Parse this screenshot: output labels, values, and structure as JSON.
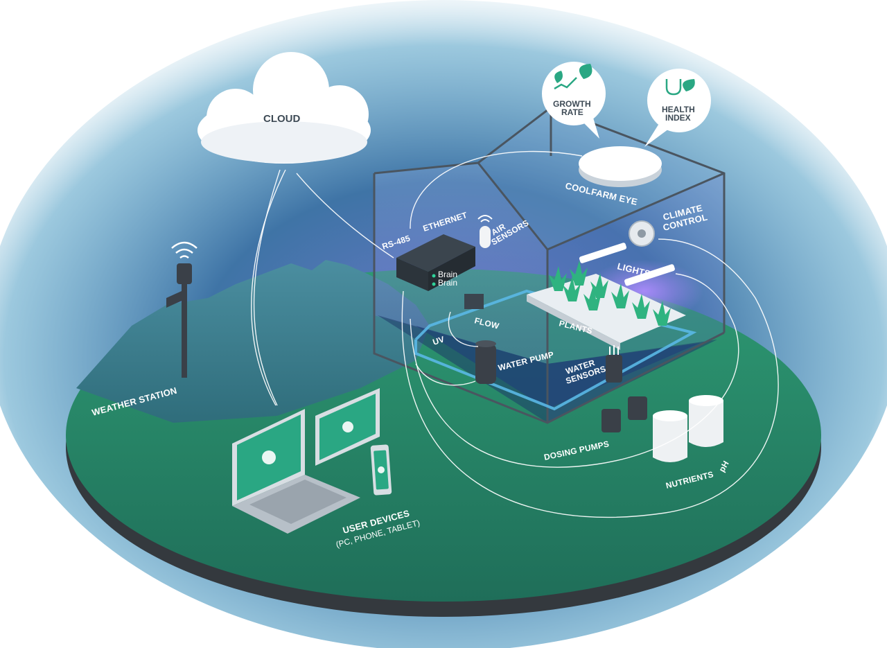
{
  "labels": {
    "cloud": "CLOUD",
    "growth_rate_line1": "GROWTH",
    "growth_rate_line2": "RATE",
    "health_index_line1": "HEALTH",
    "health_index_line2": "INDEX",
    "coolfarm_eye": "COOLFARM EYE",
    "climate_control_line1": "CLIMATE",
    "climate_control_line2": "CONTROL",
    "lights": "LIGHTS",
    "rs485": "RS-485",
    "ethernet": "ETHERNET",
    "air_sensors_line1": "AIR",
    "air_sensors_line2": "SENSORS",
    "brain_1": "Brain",
    "brain_2": "Brain",
    "flow": "FLOW",
    "plants": "PLANTS",
    "uv": "UV",
    "water_pump": "WATER PUMP",
    "water_sensors_line1": "WATER",
    "water_sensors_line2": "SENSORS",
    "dosing_pumps": "DOSING PUMPS",
    "nutrients": "NUTRIENTS",
    "ph": "pH",
    "weather_station": "WEATHER STATION",
    "user_devices_line1": "USER DEVICES",
    "user_devices_line2": "(PC, PHONE, TABLET)"
  },
  "colors": {
    "ground_green": "#2a8a6a",
    "ground_edge": "#3a3f44",
    "sky_blue": "#3f74a6",
    "mountain": "#3d7d8f",
    "device_green": "#2aa783",
    "water_blue": "#5ab8e6",
    "glow_purple": "#9a6cf0"
  },
  "icons": [
    "wifi-icon",
    "growth-rate-icon",
    "health-index-icon",
    "cog-icon"
  ]
}
